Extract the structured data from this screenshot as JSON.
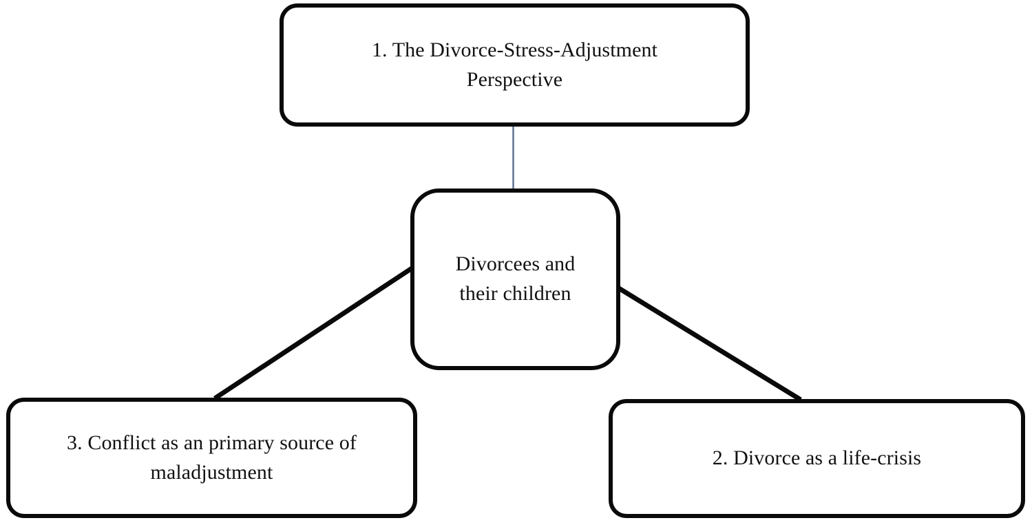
{
  "diagram": {
    "title": "The Divorce-Stress-Adjustment Perspective concept map",
    "background_color": "#ffffff",
    "node_border_color": "#0a0a0a",
    "thick_connector_color": "#0a0a0a",
    "thin_connector_color": "#5b6e8c",
    "nodes": [
      {
        "id": "top",
        "label": "1. The Divorce-Stress-Adjustment Perspective",
        "line1": "1. The Divorce-Stress-Adjustment",
        "line2": "Perspective",
        "position": "top-center"
      },
      {
        "id": "center",
        "label": "Divorcees and their children",
        "line1": "Divorcees and",
        "line2": "their children",
        "position": "middle-center"
      },
      {
        "id": "bottom_left",
        "label": "3. Conflict as an primary source of maladjustment",
        "line1": "3. Conflict as an primary source of",
        "line2": "maladjustment",
        "position": "bottom-left"
      },
      {
        "id": "bottom_right",
        "label": "2. Divorce as a life-crisis",
        "line1": "2. Divorce as a life-crisis",
        "line2": "",
        "position": "bottom-right"
      }
    ],
    "connectors": [
      {
        "id": "top-to-center",
        "from": "top",
        "to": "center",
        "style": "thin-vertical",
        "color": "#5b6e8c"
      },
      {
        "id": "center-to-bottom-left",
        "from": "center",
        "to": "bottom_left",
        "style": "thick-diagonal",
        "color": "#0a0a0a"
      },
      {
        "id": "center-to-bottom-right",
        "from": "center",
        "to": "bottom_right",
        "style": "thick-diagonal",
        "color": "#0a0a0a"
      }
    ]
  }
}
